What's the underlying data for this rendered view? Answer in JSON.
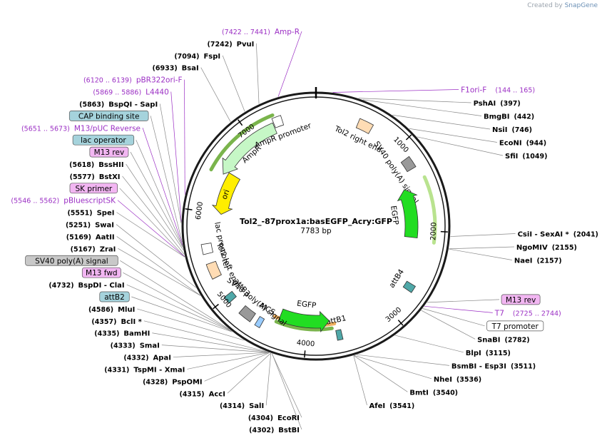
{
  "app": {
    "brand_prefix": "Created by",
    "brand_name": "SnapGene"
  },
  "plasmid": {
    "name": "Tol2_-87prox1a:basEGFP_Acry:GFP",
    "length_label": "7783 bp",
    "length": 7783
  },
  "colors": {
    "cut_site_text": "#000000",
    "feature_label_text": "#9b2fc4",
    "egfp": "#22dd22",
    "ampr": "#c6f7c6",
    "ori": "#ffee00",
    "cap_binding_fill": "#a5d3dc",
    "gray_tag_fill": "#c8c8c8",
    "pink_tag_fill": "#f2b6f2",
    "ring": "#1a1a1a"
  },
  "ticks": [
    {
      "pos": 1000,
      "label": "1000"
    },
    {
      "pos": 2000,
      "label": "2000"
    },
    {
      "pos": 3000,
      "label": "3000"
    },
    {
      "pos": 4000,
      "label": "4000"
    },
    {
      "pos": 5000,
      "label": "5000"
    },
    {
      "pos": 6000,
      "label": "6000"
    },
    {
      "pos": 7000,
      "label": "7000"
    }
  ],
  "inner_features": [
    {
      "name": "AmprR",
      "kind": "arrow",
      "start": 6470,
      "end": 7290,
      "dir": "ccw",
      "color": "#c6f7c6",
      "label": "AmpR"
    },
    {
      "name": "ampr-promoter",
      "kind": "box",
      "start": 7300,
      "end": 7400,
      "color": "#ffffff",
      "label": "AmpR promoter"
    },
    {
      "name": "ori",
      "kind": "arrow",
      "start": 5990,
      "end": 6520,
      "dir": "ccw",
      "color": "#ffee00",
      "label": "ori"
    },
    {
      "name": "tol2-right-end",
      "kind": "box",
      "start": 480,
      "end": 640,
      "color": "#ffdcb4",
      "label": "Tol2 right end"
    },
    {
      "name": "sv40-polya-top",
      "kind": "box",
      "start": 1150,
      "end": 1280,
      "color": "#999999",
      "label": "SV40 poly(A) signal"
    },
    {
      "name": "egfp-top",
      "kind": "arrow",
      "start": 1460,
      "end": 2090,
      "dir": "ccw",
      "color": "#22dd22",
      "label": "EGFP"
    },
    {
      "name": "attb4",
      "kind": "box",
      "start": 2620,
      "end": 2700,
      "color": "#4fa8a8",
      "label": "attB4"
    },
    {
      "name": "attb1",
      "kind": "box",
      "start": 3600,
      "end": 3660,
      "color": "#4fa8a8",
      "label": "attB1"
    },
    {
      "name": "egfp-bottom",
      "kind": "arrow",
      "start": 3720,
      "end": 4360,
      "dir": "ccw",
      "color": "#22dd22",
      "label": "EGFP"
    },
    {
      "name": "mcs",
      "kind": "box",
      "start": 4520,
      "end": 4580,
      "color": "#99ccff",
      "label": "MCS"
    },
    {
      "name": "sv40-polya-bottom",
      "kind": "box",
      "start": 4640,
      "end": 4790,
      "color": "#999999",
      "label": "SV40 poly(A) signal"
    },
    {
      "name": "attb3",
      "kind": "box",
      "start": 4940,
      "end": 5020,
      "color": "#4fa8a8",
      "label": "attB3"
    },
    {
      "name": "tol2-left-end",
      "kind": "box",
      "start": 5250,
      "end": 5420,
      "color": "#ffdcb4",
      "label": "Tol2 left end"
    },
    {
      "name": "lac-promoter",
      "kind": "box",
      "start": 5530,
      "end": 5640,
      "color": "#ffffff",
      "label": "lac promoter"
    }
  ],
  "outer_arcs": [
    {
      "name": "egfp-outer-top",
      "start": 1420,
      "end": 2120,
      "color": "#b9e38f"
    },
    {
      "name": "ampr-outer",
      "start": 6450,
      "end": 7320,
      "color": "#7ab44c"
    },
    {
      "name": "egfp-outer-bottom",
      "start": 3700,
      "end": 4380,
      "color": "#7ab44c"
    },
    {
      "name": "egfp-outer-bottom-orange",
      "start": 3660,
      "end": 4420,
      "color": "#f0b060"
    }
  ],
  "labels": [
    {
      "type": "feature",
      "name": "F1ori-F",
      "range": "(144 .. 165)",
      "pos": 155,
      "side": "right"
    },
    {
      "type": "cut",
      "name": "PshAI",
      "num": "(397)",
      "pos": 397,
      "side": "right"
    },
    {
      "type": "cut",
      "name": "BmgBI",
      "num": "(442)",
      "pos": 442,
      "side": "right"
    },
    {
      "type": "cut",
      "name": "NsiI",
      "num": "(746)",
      "pos": 746,
      "side": "right"
    },
    {
      "type": "cut",
      "name": "EcoNI",
      "num": "(944)",
      "pos": 944,
      "side": "right"
    },
    {
      "type": "cut",
      "name": "SfiI",
      "num": "(1049)",
      "pos": 1049,
      "side": "right"
    },
    {
      "type": "cut",
      "name": "CsiI",
      "extra": " - SexAI *",
      "num": "(2041)",
      "pos": 2041,
      "side": "right"
    },
    {
      "type": "cut",
      "name": "NgoMIV",
      "num": "(2155)",
      "pos": 2155,
      "side": "right"
    },
    {
      "type": "cut",
      "name": "NaeI",
      "num": "(2157)",
      "pos": 2157,
      "side": "right"
    },
    {
      "type": "tag",
      "name": "M13 rev",
      "pos": 2690,
      "side": "right",
      "fill": "#f2b6f2"
    },
    {
      "type": "feature",
      "name": "T7",
      "range": "(2725 .. 2744)",
      "pos": 2734,
      "side": "right"
    },
    {
      "type": "tag",
      "name": "T7 promoter",
      "pos": 2760,
      "side": "right",
      "fill": "#ffffff"
    },
    {
      "type": "cut",
      "name": "SnaBI",
      "num": "(2782)",
      "pos": 2782,
      "side": "right"
    },
    {
      "type": "cut",
      "name": "BlpI",
      "num": "(3115)",
      "pos": 3115,
      "side": "right"
    },
    {
      "type": "cut",
      "name": "BsmBI",
      "extra": " - Esp3I",
      "num": "(3511)",
      "pos": 3511,
      "side": "right"
    },
    {
      "type": "cut",
      "name": "NheI",
      "num": "(3536)",
      "pos": 3536,
      "side": "right"
    },
    {
      "type": "cut",
      "name": "BmtI",
      "num": "(3540)",
      "pos": 3540,
      "side": "right"
    },
    {
      "type": "cut",
      "name": "AfeI",
      "num": "(3541)",
      "pos": 3541,
      "side": "right"
    },
    {
      "type": "cut",
      "name": "BstBI",
      "num": "(4302)",
      "pos": 4302,
      "side": "left"
    },
    {
      "type": "cut",
      "name": "EcoRI",
      "num": "(4304)",
      "pos": 4304,
      "side": "left"
    },
    {
      "type": "cut",
      "name": "SalI",
      "num": "(4314)",
      "pos": 4314,
      "side": "left"
    },
    {
      "type": "cut",
      "name": "AccI",
      "num": "(4315)",
      "pos": 4315,
      "side": "left"
    },
    {
      "type": "cut",
      "name": "PspOMI",
      "num": "(4328)",
      "pos": 4328,
      "side": "left"
    },
    {
      "type": "cut",
      "name": "TspMI",
      "extra": " - XmaI",
      "num": "(4331)",
      "pos": 4331,
      "side": "left"
    },
    {
      "type": "cut",
      "name": "ApaI",
      "num": "(4332)",
      "pos": 4332,
      "side": "left"
    },
    {
      "type": "cut",
      "name": "SmaI",
      "num": "(4333)",
      "pos": 4333,
      "side": "left"
    },
    {
      "type": "cut",
      "name": "BamHI",
      "num": "(4335)",
      "pos": 4335,
      "side": "left"
    },
    {
      "type": "cut",
      "name": "BclI *",
      "num": "(4357)",
      "pos": 4357,
      "side": "left"
    },
    {
      "type": "cut",
      "name": "MluI",
      "num": "(4586)",
      "pos": 4586,
      "side": "left"
    },
    {
      "type": "tag",
      "name": "attB2",
      "pos": 4720,
      "side": "left",
      "fill": "#a5d3dc"
    },
    {
      "type": "tag",
      "name": "M13 fwd",
      "pos": 4740,
      "side": "left",
      "fill": "#f2b6f2"
    },
    {
      "type": "cut",
      "name": "BspDI",
      "extra": " - ClaI",
      "num": "(4732)",
      "pos": 4732,
      "side": "left"
    },
    {
      "type": "tag",
      "name": "SV40 poly(A) signal",
      "pos": 4760,
      "side": "left",
      "fill": "#c8c8c8"
    },
    {
      "type": "cut",
      "name": "ZraI",
      "num": "(5167)",
      "pos": 5167,
      "side": "left"
    },
    {
      "type": "cut",
      "name": "AatII",
      "num": "(5169)",
      "pos": 5169,
      "side": "left"
    },
    {
      "type": "cut",
      "name": "SwaI",
      "num": "(5251)",
      "pos": 5251,
      "side": "left"
    },
    {
      "type": "cut",
      "name": "SpeI",
      "num": "(5551)",
      "pos": 5551,
      "side": "left"
    },
    {
      "type": "tag",
      "name": "SK primer",
      "pos": 5554,
      "side": "left",
      "fill": "#f2b6f2"
    },
    {
      "type": "feature",
      "name": "pBluescriptSK",
      "range": "(5546 .. 5562)",
      "pos": 5554,
      "side": "left"
    },
    {
      "type": "cut",
      "name": "BstXI",
      "num": "(5577)",
      "pos": 5577,
      "side": "left"
    },
    {
      "type": "cut",
      "name": "BssHII",
      "num": "(5618)",
      "pos": 5618,
      "side": "left"
    },
    {
      "type": "tag",
      "name": "M13 rev",
      "pos": 5640,
      "side": "left",
      "fill": "#f2b6f2"
    },
    {
      "type": "tag",
      "name": "lac operator",
      "pos": 5650,
      "side": "left",
      "fill": "#a5d3dc"
    },
    {
      "type": "feature",
      "name": "M13/pUC Reverse",
      "range": "(5651 .. 5673)",
      "pos": 5662,
      "side": "left"
    },
    {
      "type": "tag",
      "name": "CAP binding site",
      "pos": 5690,
      "side": "left",
      "fill": "#a5d3dc"
    },
    {
      "type": "cut",
      "name": "BspQI",
      "extra": " - SapI",
      "num": "(5863)",
      "pos": 5863,
      "side": "left"
    },
    {
      "type": "feature",
      "name": "L4440",
      "range": "(5869 .. 5886)",
      "pos": 5877,
      "side": "left"
    },
    {
      "type": "feature",
      "name": "pBR322ori-F",
      "range": "(6120 .. 6139)",
      "pos": 6130,
      "side": "left"
    },
    {
      "type": "cut",
      "name": "BsaI",
      "num": "(6933)",
      "pos": 6933,
      "side": "left"
    },
    {
      "type": "cut",
      "name": "FspI",
      "num": "(7094)",
      "pos": 7094,
      "side": "left"
    },
    {
      "type": "cut",
      "name": "PvuI",
      "num": "(7242)",
      "pos": 7242,
      "side": "left"
    },
    {
      "type": "feature",
      "name": "Amp-R",
      "range": "(7422 .. 7441)",
      "pos": 7431,
      "side": "left"
    }
  ]
}
